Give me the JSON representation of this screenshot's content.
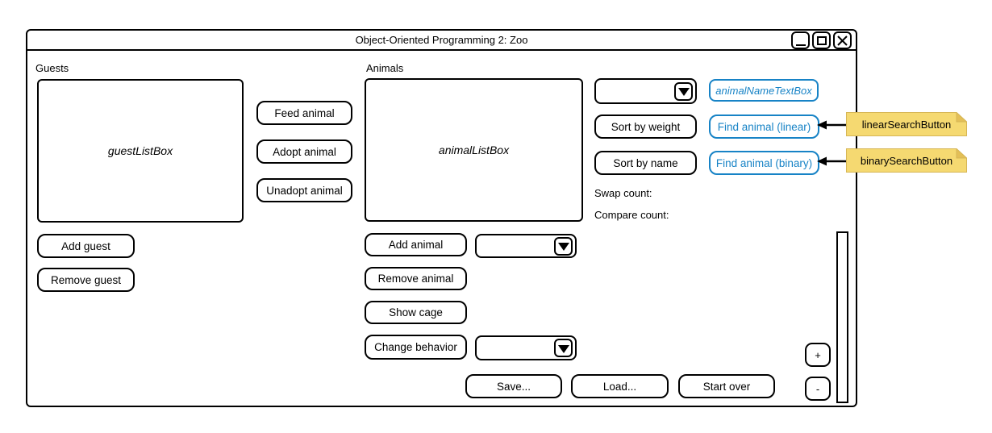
{
  "window": {
    "title": "Object-Oriented Programming 2: Zoo",
    "controls": {
      "minimize": "minimize",
      "maximize": "maximize",
      "close": "close"
    }
  },
  "guests": {
    "label": "Guests",
    "listbox_text": "guestListBox",
    "add_button": "Add guest",
    "remove_button": "Remove guest"
  },
  "animal_actions": {
    "feed_button": "Feed animal",
    "adopt_button": "Adopt animal",
    "unadopt_button": "Unadopt animal"
  },
  "animals": {
    "label": "Animals",
    "listbox_text": "animalListBox",
    "add_button": "Add animal",
    "remove_button": "Remove animal",
    "show_cage_button": "Show cage",
    "change_behavior_button": "Change behavior",
    "type_dropdown_value": "",
    "behavior_dropdown_value": ""
  },
  "search": {
    "dropdown_value": "",
    "name_textbox_text": "animalNameTextBox",
    "sort_by_weight_button": "Sort by weight",
    "sort_by_name_button": "Sort by name",
    "find_linear_button": "Find animal (linear)",
    "find_binary_button": "Find animal (binary)",
    "swap_count_label": "Swap count:",
    "compare_count_label": "Compare count:"
  },
  "footer": {
    "save_button": "Save...",
    "load_button": "Load...",
    "start_over_button": "Start over"
  },
  "zoom_controls": {
    "plus": "+",
    "minus": "-"
  },
  "annotations": {
    "linear_note": "linearSearchButton",
    "binary_note": "binarySearchButton"
  },
  "colors": {
    "accent_blue": "#1783c6",
    "note_fill": "#f5d971",
    "note_border": "#d6b656",
    "note_fold": "#e3bf57",
    "outline": "#000000"
  }
}
